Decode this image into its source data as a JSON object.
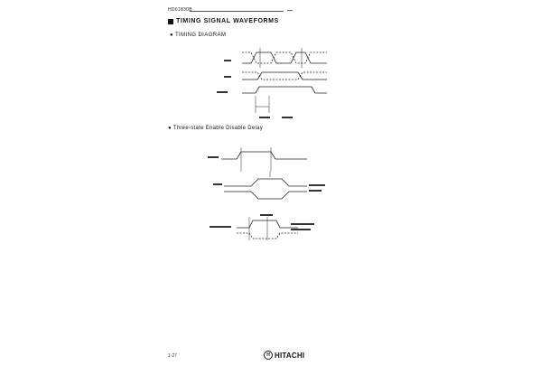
{
  "header": {
    "doc_code": "HD61830B"
  },
  "section": {
    "title": "TIMING SIGNAL WAVEFORMS"
  },
  "subsections": [
    {
      "label": "● TIMING DIAGRAM"
    },
    {
      "label": "● Three-state Enable Disable Delay"
    }
  ],
  "footer": {
    "page_number": "1-27",
    "brand": "HITACHI",
    "logo_glyph": "H"
  }
}
